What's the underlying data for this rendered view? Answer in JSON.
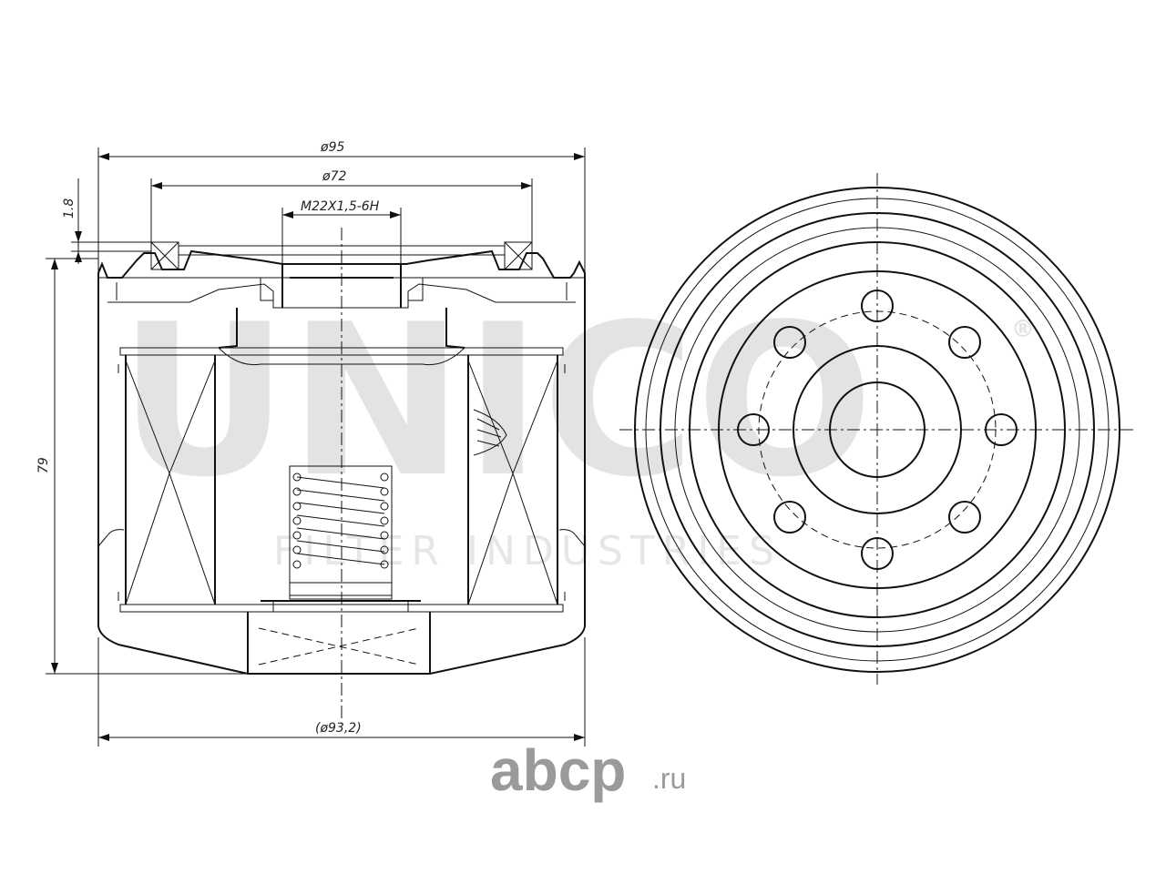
{
  "dimensions": {
    "outer_diameter": "ø95",
    "gasket_diameter": "ø72",
    "thread": "M22X1,5-6H",
    "gasket_height": "1.8",
    "height": "79",
    "body_diameter": "(ø93,2)"
  },
  "watermark": {
    "brand": "UNICO",
    "subtitle": "FILTER INDUSTRIES",
    "registered": "®"
  },
  "logo": {
    "name": "abcp",
    "tld": ".ru",
    "color": "#9a9a9a"
  }
}
